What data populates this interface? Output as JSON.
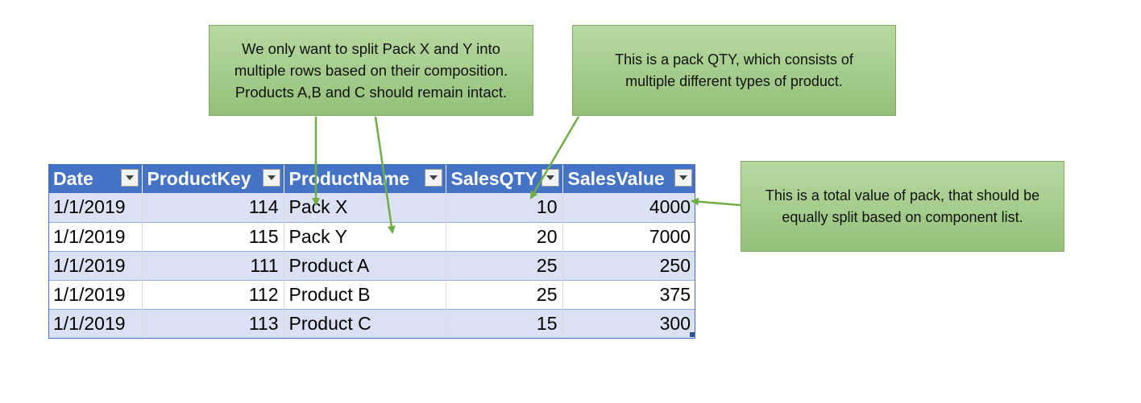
{
  "callouts": {
    "split": "We only want to split Pack X and Y into multiple rows based on their composition. Products A,B and C should remain intact.",
    "pack_qty": "This is a pack QTY, which consists of multiple different types of product.",
    "total_value": "This is a total value of pack, that should be equally split based on component list."
  },
  "table": {
    "headers": [
      "Date",
      "ProductKey",
      "ProductName",
      "SalesQTY",
      "SalesValue"
    ],
    "rows": [
      {
        "date": "1/1/2019",
        "key": "114",
        "name": "Pack X",
        "qty": "10",
        "value": "4000"
      },
      {
        "date": "1/1/2019",
        "key": "115",
        "name": "Pack Y",
        "qty": "20",
        "value": "7000"
      },
      {
        "date": "1/1/2019",
        "key": "111",
        "name": "Product A",
        "qty": "25",
        "value": "250"
      },
      {
        "date": "1/1/2019",
        "key": "112",
        "name": "Product B",
        "qty": "25",
        "value": "375"
      },
      {
        "date": "1/1/2019",
        "key": "113",
        "name": "Product C",
        "qty": "15",
        "value": "300"
      }
    ]
  },
  "colors": {
    "header_bg": "#4472c4",
    "band_bg": "#d9e1f2",
    "callout_fill": "#a6cd8d",
    "callout_border": "#7fa864",
    "arrow": "#70ad47"
  }
}
